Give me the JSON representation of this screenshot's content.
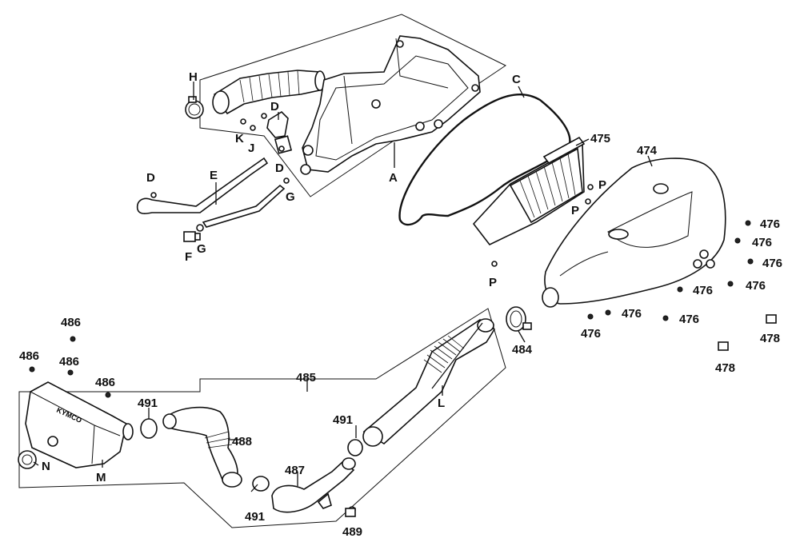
{
  "labels": {
    "H": "H",
    "D1": "D",
    "D2": "D",
    "D3": "D",
    "K": "K",
    "J": "J",
    "E": "E",
    "F": "F",
    "G1": "G",
    "G2": "G",
    "A": "A",
    "C": "C",
    "P1": "P",
    "P2": "P",
    "P3": "P",
    "p475": "475",
    "p474": "474",
    "p476a": "476",
    "p476b": "476",
    "p476c": "476",
    "p476d": "476",
    "p476e": "476",
    "p476f": "476",
    "p476g": "476",
    "p476h": "476",
    "p478a": "478",
    "p478b": "478",
    "p484": "484",
    "p485": "485",
    "p486a": "486",
    "p486b": "486",
    "p486c": "486",
    "p486d": "486",
    "p487": "487",
    "p488": "488",
    "p489": "489",
    "p491a": "491",
    "p491b": "491",
    "p491c": "491",
    "L": "L",
    "M": "M",
    "N": "N"
  },
  "branding": {
    "box_text": "KYMCO"
  }
}
